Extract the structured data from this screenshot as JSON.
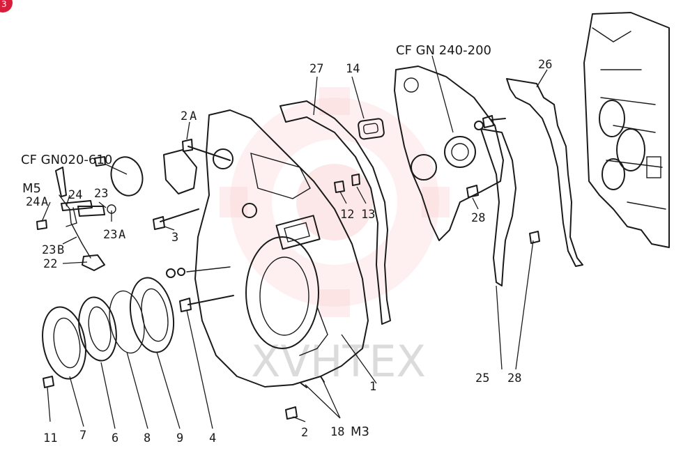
{
  "diagram": {
    "callouts": {
      "cf_gn240_200": "CF GN 240-200",
      "cf_gn020_610": "CF GN020-610",
      "m5": "M5",
      "m3": "M3"
    },
    "part_labels": {
      "p27": "27",
      "p14": "14",
      "p26": "26",
      "p2a": "2",
      "p2a_sub": "A",
      "p24a": "24",
      "p24a_sub": "A",
      "p24": "24",
      "p23": "23",
      "p23a": "23",
      "p23a_sub": "A",
      "p23b": "23",
      "p23b_sub": "B",
      "p22": "22",
      "p3": "3",
      "p12": "12",
      "p13": "13",
      "p28a": "28",
      "p25": "25",
      "p28b": "28",
      "p1": "1",
      "p11": "11",
      "p7": "7",
      "p6": "6",
      "p8": "8",
      "p9": "9",
      "p4": "4",
      "p2b": "2",
      "p18": "18"
    },
    "watermark_text": "XVHTEX",
    "badge_text": "3"
  },
  "colors": {
    "ink": "#1a1a1a",
    "watermark": "#e8373d",
    "badge": "#d81e3a"
  }
}
